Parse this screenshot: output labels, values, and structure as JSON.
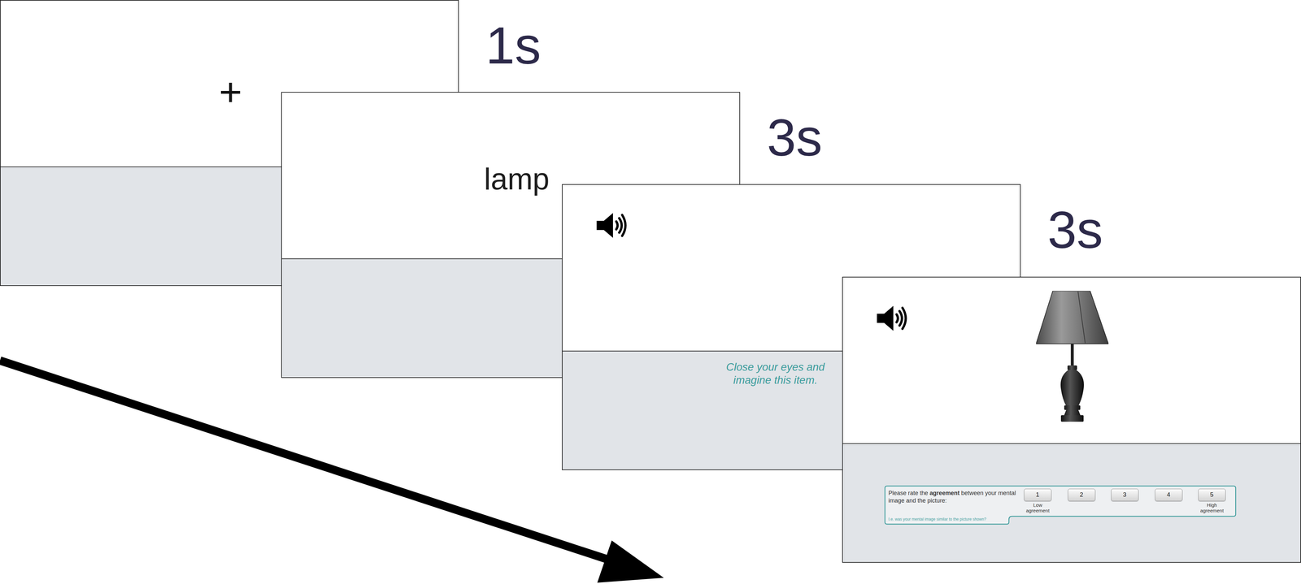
{
  "diagram": {
    "nodes": [
      {
        "text": [
          "1s",
          "+"
        ]
      },
      {
        "text": [
          "3s",
          "lamp"
        ]
      },
      {
        "text": [
          "3s",
          "Close your eyes and imagine this item."
        ]
      },
      {
        "text": []
      },
      {
        "text": [
          "Please rate the",
          "agreement",
          "between your mental image and the picture:",
          "Low agreement",
          "High agreement",
          "I.e. was your mental image similar to the picture shown?"
        ],
        "in": 3
      },
      {
        "text": [
          "1"
        ],
        "in": 4
      },
      {
        "text": [
          "2"
        ],
        "in": 4
      },
      {
        "text": [
          "3"
        ],
        "in": 4
      },
      {
        "text": [
          "4"
        ],
        "in": 4
      },
      {
        "text": [
          "5"
        ],
        "in": 4
      }
    ]
  }
}
